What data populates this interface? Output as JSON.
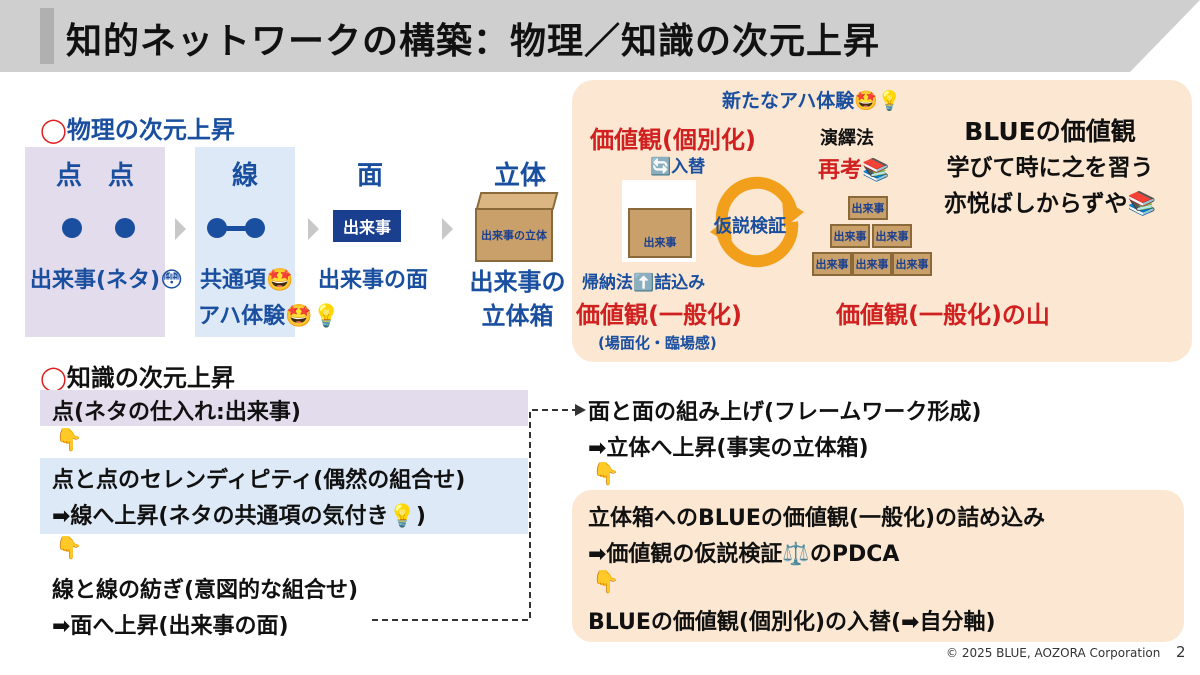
{
  "title": "知的ネットワークの構築：物理／知識の次元上昇",
  "physics": {
    "heading": "物理の次元上昇",
    "cols": {
      "point": "点　点",
      "line": "線",
      "plane": "面",
      "solid": "立体"
    },
    "event_neta": "出来事(ネタ)😳",
    "common_item": "共通項🤩",
    "aha": "アハ体験🤩💡",
    "event_box_label": "出来事",
    "event_plane": "出来事の面",
    "event_solid_1": "出来事の",
    "event_solid_2": "立体箱",
    "crate_text": "出来事の立体"
  },
  "values_panel": {
    "new_aha": "新たなアハ体験🤩💡",
    "individual": "価値観(個別化)",
    "swap": "🔄入替",
    "deduction": "演繹法",
    "rethink": "再考📚",
    "hypothesis": "仮説検証",
    "induction": "帰納法⬆️詰込み",
    "general": "価値観(一般化)",
    "scene": "(場面化・臨場感)",
    "mountain": "価値観(一般化)の山",
    "crate_label": "出来事",
    "blue_1": "BLUEの価値観",
    "blue_2": "学びて時に之を習う",
    "blue_3": "亦悦ばしからずや📚"
  },
  "knowledge": {
    "heading": "知識の次元上昇",
    "step1": "点(ネタの仕入れ:出来事)",
    "pointer": "👇",
    "step2a": "点と点のセレンディピティ(偶然の組合せ)",
    "step2b": "➡線へ上昇(ネタの共通項の気付き💡)",
    "step3a": "線と線の紡ぎ(意図的な組合せ)",
    "step3b": "➡面へ上昇(出来事の面)",
    "step4a": "面と面の組み上げ(フレームワーク形成)",
    "step4b": "➡立体へ上昇(事実の立体箱)",
    "step5a": "立体箱へのBLUEの価値観(一般化)の詰め込み",
    "step5b": "➡価値観の仮説検証⚖️のPDCA",
    "step5c": "BLUEの価値観(個別化)の入替(➡自分軸)"
  },
  "footer": {
    "copyright": "© 2025 BLUE, AOZORA Corporation",
    "page": "2"
  }
}
